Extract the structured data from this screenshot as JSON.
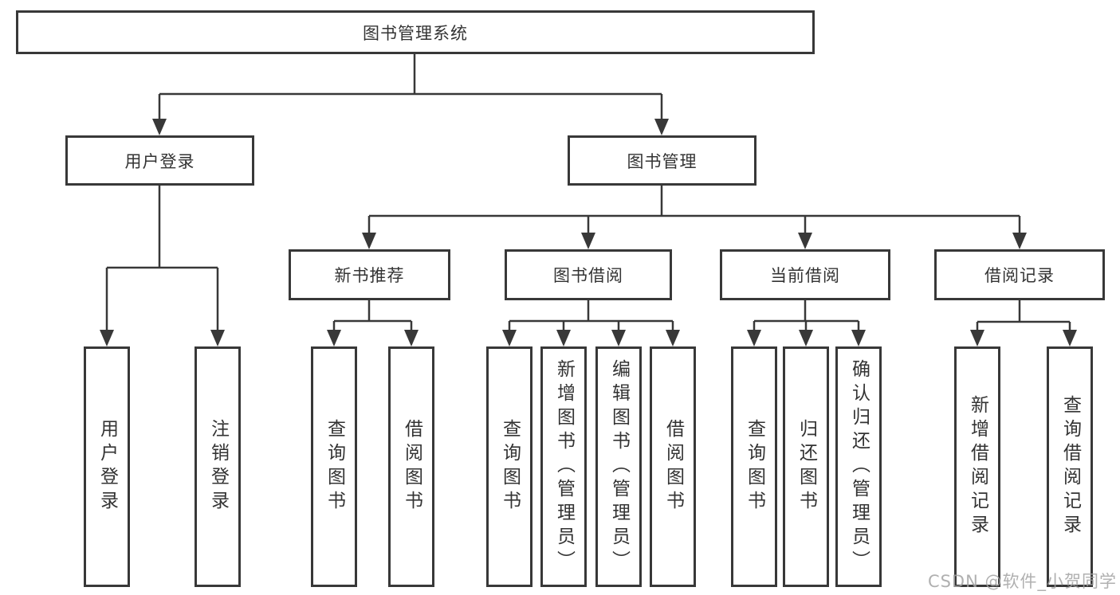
{
  "colors": {
    "line": "#383838",
    "box_border": "#383838",
    "text": "#333333",
    "watermark": "#a3a3a3",
    "background": "#ffffff"
  },
  "tree": {
    "root": {
      "label": "图书管理系统"
    },
    "children": [
      {
        "label": "用户登录",
        "children": [
          {
            "label": "用户登录"
          },
          {
            "label": "注销登录"
          }
        ]
      },
      {
        "label": "图书管理",
        "children": [
          {
            "label": "新书推荐",
            "children": [
              {
                "label": "查询图书"
              },
              {
                "label": "借阅图书"
              }
            ]
          },
          {
            "label": "图书借阅",
            "children": [
              {
                "label": "查询图书"
              },
              {
                "label": "新增图书（管理员）"
              },
              {
                "label": "编辑图书（管理员）"
              },
              {
                "label": "借阅图书"
              }
            ]
          },
          {
            "label": "当前借阅",
            "children": [
              {
                "label": "查询图书"
              },
              {
                "label": "归还图书"
              },
              {
                "label": "确认归还（管理员）"
              }
            ]
          },
          {
            "label": "借阅记录",
            "children": [
              {
                "label": "新增借阅记录"
              },
              {
                "label": "查询借阅记录"
              }
            ]
          }
        ]
      }
    ]
  },
  "watermark": {
    "text": "CSDN @软件_小贺同学"
  }
}
